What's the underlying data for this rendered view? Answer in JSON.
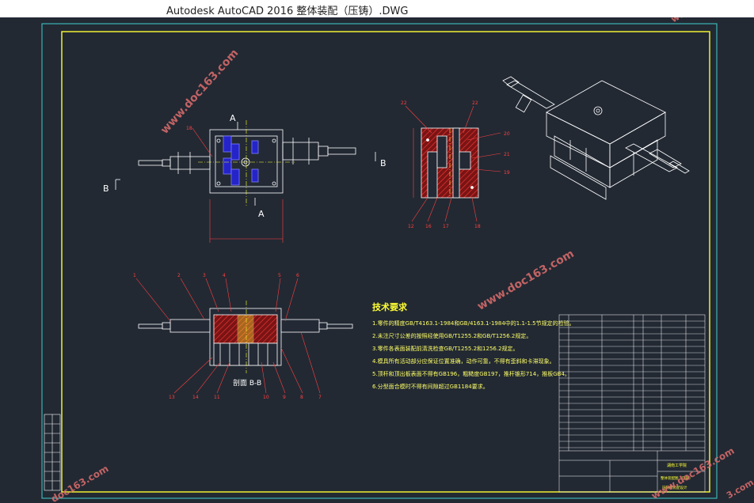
{
  "window": {
    "title": "Autodesk AutoCAD 2016    整体装配（压铸）.DWG"
  },
  "views": {
    "section_a_label": "A",
    "section_a_label_bottom": "A",
    "section_b_label_left": "B",
    "section_b_label_mid": "B",
    "section_bb_caption": "剖面 B-B"
  },
  "callouts": {
    "top_left": [
      "18"
    ],
    "side_view": [
      "22",
      "20",
      "21",
      "19",
      "12",
      "16",
      "17",
      "18",
      "22"
    ],
    "section_bb": [
      "1",
      "2",
      "3",
      "4",
      "5",
      "6",
      "13",
      "14",
      "11",
      "10",
      "9",
      "8",
      "7"
    ]
  },
  "tech_notes": {
    "title": "技术要求",
    "lines": [
      "1.零件的精度GB/T4163.1-1984和GB/4163.1-1984中的1.1-1.5节规定的检验。",
      "2.未注尺寸公差的按照经使用GB/T1255.2和GB/T1256.2规定。",
      "3.零件各表面装配前清洗检查GB/T1255.2和1256.2规定。",
      "4.模具所有活动部分应保证位置准确，动作可靠，不得有歪斜和卡滞现象。",
      "5.顶杆和顶出板表面不得有GB196，粗糙度GB197，推杆锥形714，推板GB4。",
      "6.分型面合模时不得有间隙超过GB1184要求。"
    ]
  },
  "title_block": {
    "company": "湖南工学院",
    "drawing_name": "整体装配图（压铸）",
    "sheet_caption": "压铸模装配设计"
  },
  "watermarks": [
    "www.doc163.com",
    "www.doc163.com",
    "www.doc163.com",
    "www.doc163.com",
    "doc163.com",
    "3.com"
  ],
  "colors": {
    "canvas": "#222933",
    "frame": "#ffff33",
    "outer_frame": "#40d0d0",
    "line": "#ffffff",
    "dim": "#ff4040",
    "hatch": "#ff3030",
    "blue": "#2020c0",
    "watermark": "#d46a6a"
  }
}
